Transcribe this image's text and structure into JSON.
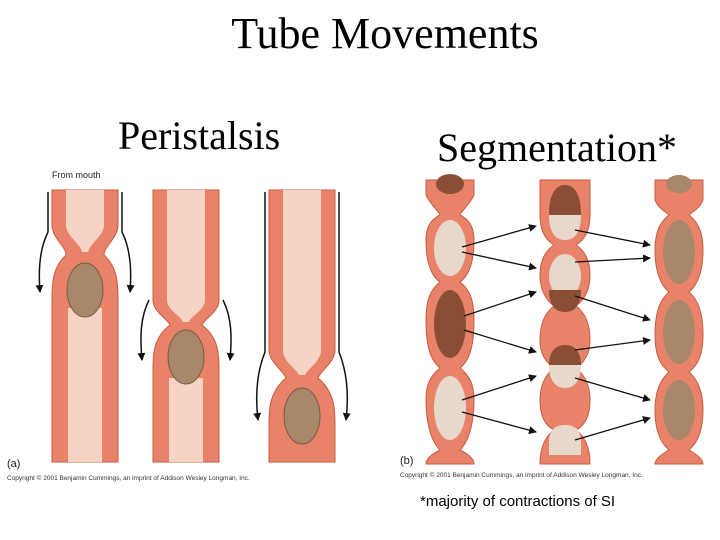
{
  "title": "Tube Movements",
  "left_heading": "Peristalsis",
  "right_heading": "Segmentation*",
  "from_mouth_label": "From mouth",
  "panel_a_label": "(a)",
  "panel_b_label": "(b)",
  "copyright_a": "Copyright © 2001 Benjamin Cummings, an imprint of Addison Wesley Longman, Inc.",
  "copyright_b": "Copyright © 2001 Benjamin Cummings, an imprint of Addison Wesley Longman, Inc.",
  "footnote": "*majority of contractions of SI",
  "colors": {
    "muscle": "#e8836a",
    "muscle_edge": "#c85a40",
    "lumen": "#f6d3c2",
    "bolus": "#a8876a",
    "chyme_dark": "#8a4e34",
    "chyme_light": "#e8d8cc"
  }
}
